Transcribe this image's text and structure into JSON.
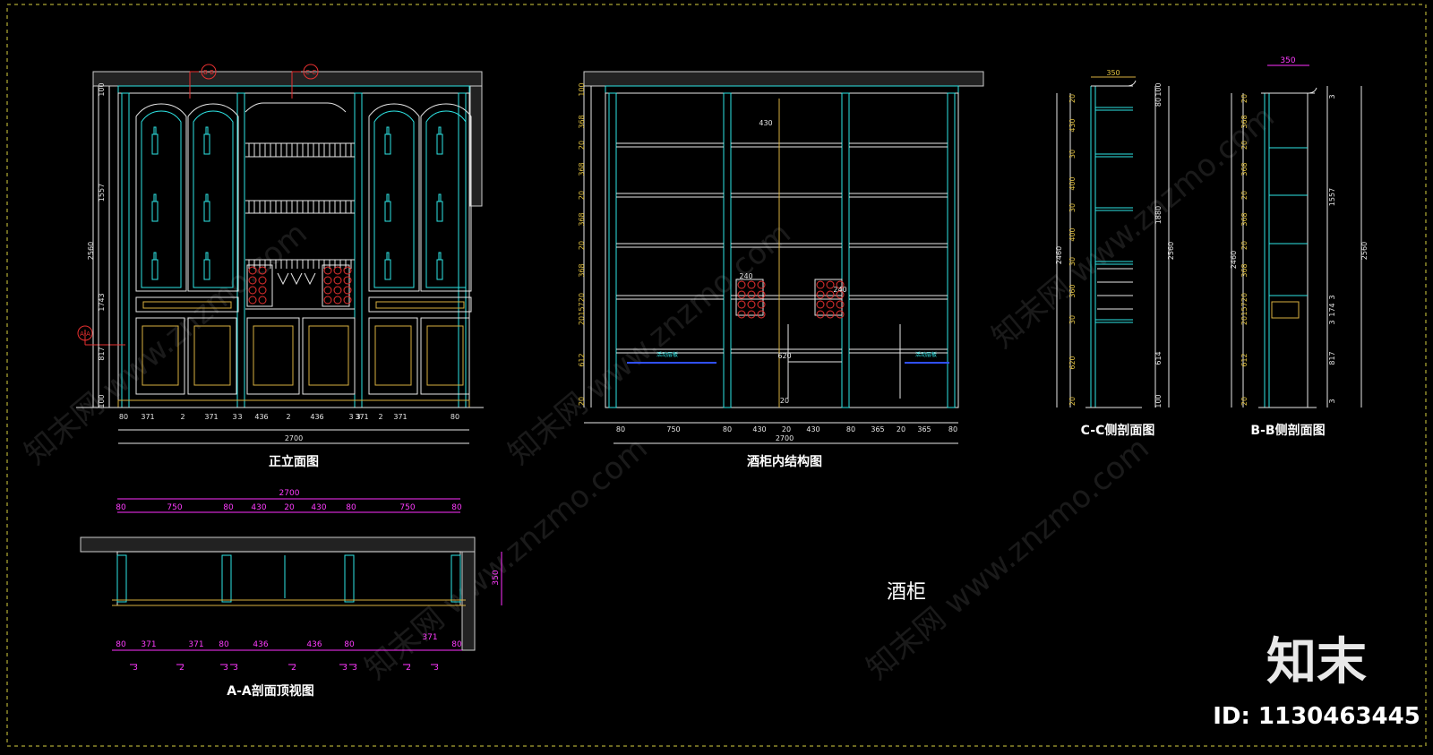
{
  "drawing": {
    "front_title": "正立面图",
    "interior_title": "酒柜内结构图",
    "cc_title": "C-C侧剖面图",
    "bb_title": "B-B侧剖面图",
    "aa_title": "A-A剖面顶视图",
    "label": "酒柜",
    "section_marks": [
      "B-B",
      "C-C",
      "A-A"
    ]
  },
  "dimensions": {
    "front_bottom": [
      "80",
      "371",
      "2",
      "371",
      "3",
      "3",
      "436",
      "2",
      "436",
      "3",
      "3",
      "371",
      "2",
      "371",
      "80"
    ],
    "front_total": "2700",
    "front_left": [
      "100",
      "1557",
      "2560",
      "174",
      "3",
      "817",
      "100"
    ],
    "interior_bottom": [
      "80",
      "750",
      "80",
      "430",
      "20",
      "430",
      "80",
      "365",
      "20",
      "365",
      "80"
    ],
    "interior_total": "2700",
    "interior_left": [
      "100",
      "368",
      "20",
      "368",
      "20",
      "368",
      "20",
      "368",
      "20",
      "157",
      "20",
      "612",
      "20"
    ],
    "interior_inner": [
      "240",
      "240",
      "430",
      "620",
      "20"
    ],
    "aa_top": [
      "80",
      "750",
      "80",
      "430",
      "20",
      "430",
      "80",
      "750",
      "80"
    ],
    "aa_total": "2700",
    "aa_depth": "350",
    "aa_bottom": [
      "80",
      "371",
      "371",
      "80",
      "436",
      "436",
      "80",
      "371",
      "80"
    ],
    "aa_ticks": [
      "3",
      "2",
      "3",
      "3",
      "2",
      "3",
      "3",
      "2",
      "3"
    ],
    "cc_top": "350",
    "cc_left": [
      "20",
      "430",
      "30",
      "400",
      "30",
      "400",
      "30",
      "360",
      "30",
      "620",
      "20"
    ],
    "cc_right": [
      "100",
      "80",
      "1880",
      "2560",
      "614",
      "100"
    ],
    "cc_total": "2460",
    "bb_top": "350",
    "bb_left": [
      "20",
      "368",
      "20",
      "368",
      "20",
      "368",
      "20",
      "368",
      "20",
      "157",
      "20",
      "612",
      "20"
    ],
    "bb_right": [
      "3",
      "1557",
      "2560",
      "3",
      "174",
      "3",
      "817",
      "3"
    ],
    "bb_total": "2460",
    "small_note_left": "活动层板",
    "small_note_right": "活动层板"
  },
  "branding": {
    "logo_text": "知末",
    "id_text": "ID: 1130463445",
    "watermark": "知末网 www.znzmo.com"
  },
  "colors": {
    "background": "#000000",
    "cyan": "#2ee6e6",
    "white": "#e8e8e8",
    "yellow": "#d8b040",
    "magenta": "#ff30ff",
    "red": "#e83030"
  }
}
